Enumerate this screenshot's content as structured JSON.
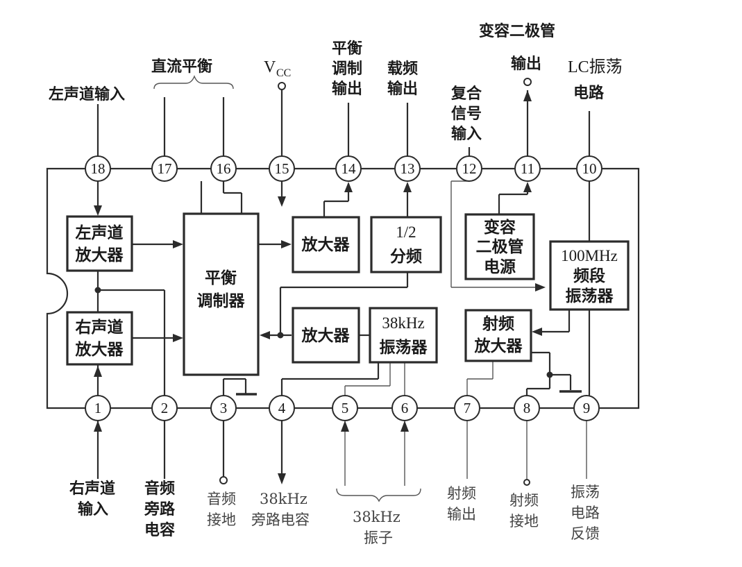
{
  "pins": [
    {
      "num": "18"
    },
    {
      "num": "17"
    },
    {
      "num": "16"
    },
    {
      "num": "15"
    },
    {
      "num": "14"
    },
    {
      "num": "13"
    },
    {
      "num": "12"
    },
    {
      "num": "11"
    },
    {
      "num": "10"
    },
    {
      "num": "1"
    },
    {
      "num": "2"
    },
    {
      "num": "3"
    },
    {
      "num": "4"
    },
    {
      "num": "5"
    },
    {
      "num": "6"
    },
    {
      "num": "7"
    },
    {
      "num": "8"
    },
    {
      "num": "9"
    }
  ],
  "blocks": {
    "left_amp": [
      "左声道",
      "放大器"
    ],
    "right_amp": [
      "右声道",
      "放大器"
    ],
    "balance_mod": [
      "平衡",
      "调制器"
    ],
    "amp_upper": "放大器",
    "amp_lower": "放大器",
    "divider": [
      "1/2",
      "分频"
    ],
    "osc38": [
      "38kHz",
      "振荡器"
    ],
    "varactor_power": [
      "变容",
      "二极管",
      "电源"
    ],
    "osc100": [
      "100MHz",
      "频段",
      "振荡器"
    ],
    "rf_amp": [
      "射频",
      "放大器"
    ]
  },
  "labels_top": {
    "left_input": "左声道输入",
    "dc_balance": "直流平衡",
    "vcc_main": "V",
    "vcc_sub": "CC",
    "balance_out": [
      "平衡",
      "调制",
      "输出"
    ],
    "carrier_out": [
      "载频",
      "输出"
    ],
    "composite_in": [
      "复合",
      "信号",
      "输入"
    ],
    "varactor_title": "变容二极管",
    "varactor_out": "输出",
    "lc_osc": [
      "LC振荡",
      "电路"
    ]
  },
  "labels_bottom": {
    "right_input": [
      "右声道",
      "输入"
    ],
    "audio_bypass": [
      "音频",
      "旁路",
      "电容"
    ],
    "audio_ground": [
      "音频",
      "接地"
    ],
    "bypass38": [
      "38kHz",
      "旁路电容"
    ],
    "crystal38": [
      "38kHz",
      "振子"
    ],
    "rf_out": [
      "射频",
      "输出"
    ],
    "rf_ground": [
      "射频",
      "接地"
    ],
    "osc_feedback": [
      "振荡",
      "电路",
      "反馈"
    ]
  }
}
